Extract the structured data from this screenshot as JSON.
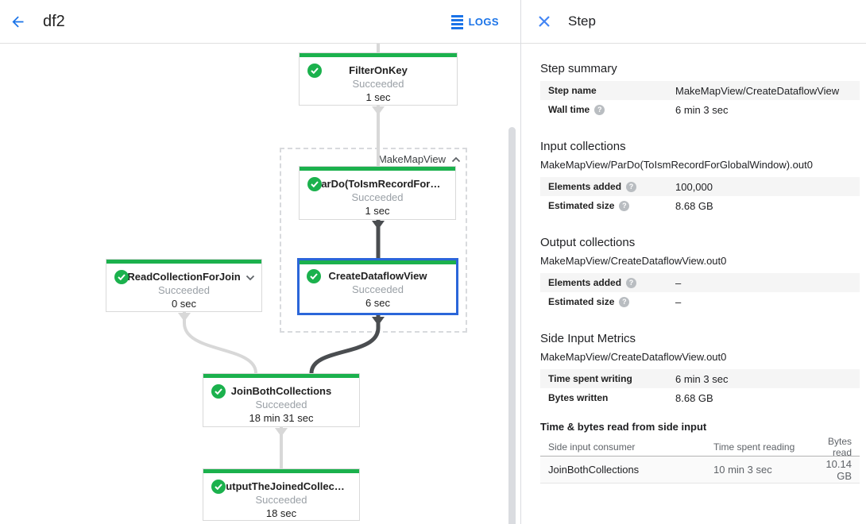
{
  "header": {
    "title": "df2",
    "logs_label": "LOGS"
  },
  "graph": {
    "group_label": "MakeMapView",
    "nodes": [
      {
        "title": "FilterOnKey",
        "status": "Succeeded",
        "time": "1 sec"
      },
      {
        "title": "ParDo(ToIsmRecordFor…",
        "status": "Succeeded",
        "time": "1 sec"
      },
      {
        "title": "ReadCollectionForJoin",
        "status": "Succeeded",
        "time": "0 sec"
      },
      {
        "title": "CreateDataflowView",
        "status": "Succeeded",
        "time": "6 sec"
      },
      {
        "title": "JoinBothCollections",
        "status": "Succeeded",
        "time": "18 min 31 sec"
      },
      {
        "title": "OutputTheJoinedCollec…",
        "status": "Succeeded",
        "time": "18 sec"
      }
    ]
  },
  "panel": {
    "title": "Step",
    "step_summary": {
      "heading": "Step summary",
      "rows": [
        {
          "label": "Step name",
          "value": "MakeMapView/CreateDataflowView"
        },
        {
          "label": "Wall time",
          "value": "6 min 3 sec"
        }
      ]
    },
    "input_collections": {
      "heading": "Input collections",
      "subtitle": "MakeMapView/ParDo(ToIsmRecordForGlobalWindow).out0",
      "rows": [
        {
          "label": "Elements added",
          "value": "100,000"
        },
        {
          "label": "Estimated size",
          "value": "8.68 GB"
        }
      ]
    },
    "output_collections": {
      "heading": "Output collections",
      "subtitle": "MakeMapView/CreateDataflowView.out0",
      "rows": [
        {
          "label": "Elements added",
          "value": "–"
        },
        {
          "label": "Estimated size",
          "value": "–"
        }
      ]
    },
    "side_input_metrics": {
      "heading": "Side Input Metrics",
      "subtitle": "MakeMapView/CreateDataflowView.out0",
      "rows": [
        {
          "label": "Time spent writing",
          "value": "6 min 3 sec"
        },
        {
          "label": "Bytes written",
          "value": "8.68 GB"
        }
      ]
    },
    "side_input_table": {
      "heading": "Time & bytes read from side input",
      "columns": [
        "Side input consumer",
        "Time spent reading",
        "Bytes read"
      ],
      "rows": [
        {
          "consumer": "JoinBothCollections",
          "time": "10 min 3 sec",
          "bytes": "10.14 GB"
        }
      ]
    }
  },
  "colors": {
    "green": "#1bb14d",
    "link_blue": "#1a73e8",
    "selected_border": "#2b66d9",
    "edge_light": "#d8d8d8",
    "edge_dark": "#4a4d50"
  }
}
